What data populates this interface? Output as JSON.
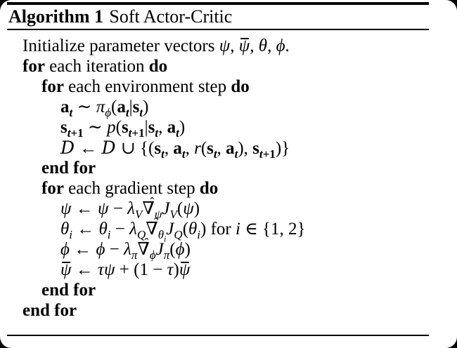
{
  "page": {
    "background": "#000000",
    "card_background": "#ffffff",
    "text_color": "#000000",
    "rule_color": "#000000"
  },
  "algorithm": {
    "label": "Algorithm 1",
    "title": "Soft Actor-Critic",
    "lines": [
      {
        "indent": 0,
        "segments": [
          {
            "t": "Initialize parameter vectors ",
            "k": "p"
          },
          {
            "t": "ψ",
            "k": "m"
          },
          {
            "t": ", ",
            "k": "p"
          },
          {
            "t": "ψ",
            "k": "m",
            "ov": true
          },
          {
            "t": ", ",
            "k": "p"
          },
          {
            "t": "θ",
            "k": "m"
          },
          {
            "t": ", ",
            "k": "p"
          },
          {
            "t": "ϕ",
            "k": "m"
          },
          {
            "t": ".",
            "k": "p"
          }
        ]
      },
      {
        "indent": 0,
        "segments": [
          {
            "t": "for",
            "k": "b"
          },
          {
            "t": " each iteration ",
            "k": "p"
          },
          {
            "t": "do",
            "k": "b"
          }
        ]
      },
      {
        "indent": 1,
        "segments": [
          {
            "t": "for",
            "k": "b"
          },
          {
            "t": " each environment step ",
            "k": "p"
          },
          {
            "t": "do",
            "k": "b"
          }
        ]
      },
      {
        "indent": 2,
        "segments": [
          {
            "t": "a",
            "k": "mb",
            "sub": [
              {
                "t": "t",
                "k": "m"
              }
            ]
          },
          {
            "t": " ∼ ",
            "k": "p"
          },
          {
            "t": "π",
            "k": "m",
            "sub": [
              {
                "t": "ϕ",
                "k": "m"
              }
            ]
          },
          {
            "t": "(",
            "k": "p"
          },
          {
            "t": "a",
            "k": "mb",
            "sub": [
              {
                "t": "t",
                "k": "m"
              }
            ]
          },
          {
            "t": "|",
            "k": "p"
          },
          {
            "t": "s",
            "k": "mb",
            "sub": [
              {
                "t": "t",
                "k": "m"
              }
            ]
          },
          {
            "t": ")",
            "k": "p"
          }
        ]
      },
      {
        "indent": 2,
        "segments": [
          {
            "t": "s",
            "k": "mb",
            "sub": [
              {
                "t": "t",
                "k": "m"
              },
              {
                "t": "+1",
                "k": "p"
              }
            ]
          },
          {
            "t": " ∼ ",
            "k": "p"
          },
          {
            "t": "p",
            "k": "m"
          },
          {
            "t": "(",
            "k": "p"
          },
          {
            "t": "s",
            "k": "mb",
            "sub": [
              {
                "t": "t",
                "k": "m"
              },
              {
                "t": "+1",
                "k": "p"
              }
            ]
          },
          {
            "t": "|",
            "k": "p"
          },
          {
            "t": "s",
            "k": "mb",
            "sub": [
              {
                "t": "t",
                "k": "m"
              }
            ]
          },
          {
            "t": ", ",
            "k": "p"
          },
          {
            "t": "a",
            "k": "mb",
            "sub": [
              {
                "t": "t",
                "k": "m"
              }
            ]
          },
          {
            "t": ")",
            "k": "p"
          }
        ]
      },
      {
        "indent": 2,
        "segments": [
          {
            "t": "D",
            "k": "cal"
          },
          {
            "t": " ← ",
            "k": "p"
          },
          {
            "t": "D",
            "k": "cal"
          },
          {
            "t": " ∪ {(",
            "k": "p"
          },
          {
            "t": "s",
            "k": "mb",
            "sub": [
              {
                "t": "t",
                "k": "m"
              }
            ]
          },
          {
            "t": ", ",
            "k": "p"
          },
          {
            "t": "a",
            "k": "mb",
            "sub": [
              {
                "t": "t",
                "k": "m"
              }
            ]
          },
          {
            "t": ", ",
            "k": "p"
          },
          {
            "t": "r",
            "k": "m"
          },
          {
            "t": "(",
            "k": "p"
          },
          {
            "t": "s",
            "k": "mb",
            "sub": [
              {
                "t": "t",
                "k": "m"
              }
            ]
          },
          {
            "t": ", ",
            "k": "p"
          },
          {
            "t": "a",
            "k": "mb",
            "sub": [
              {
                "t": "t",
                "k": "m"
              }
            ]
          },
          {
            "t": "), ",
            "k": "p"
          },
          {
            "t": "s",
            "k": "mb",
            "sub": [
              {
                "t": "t",
                "k": "m"
              },
              {
                "t": "+1",
                "k": "p"
              }
            ]
          },
          {
            "t": ")}",
            "k": "p"
          }
        ]
      },
      {
        "indent": 1,
        "segments": [
          {
            "t": "end for",
            "k": "b"
          }
        ]
      },
      {
        "indent": 1,
        "segments": [
          {
            "t": "for",
            "k": "b"
          },
          {
            "t": " each gradient step ",
            "k": "p"
          },
          {
            "t": "do",
            "k": "b"
          }
        ]
      },
      {
        "indent": 2,
        "segments": [
          {
            "t": "ψ",
            "k": "m"
          },
          {
            "t": " ← ",
            "k": "p"
          },
          {
            "t": "ψ",
            "k": "m"
          },
          {
            "t": " − ",
            "k": "p"
          },
          {
            "t": "λ",
            "k": "m",
            "sub": [
              {
                "t": "V",
                "k": "m"
              }
            ]
          },
          {
            "t": "∇",
            "k": "p",
            "hat": "ˆ",
            "sub": [
              {
                "t": "ψ",
                "k": "m"
              }
            ]
          },
          {
            "t": "J",
            "k": "m",
            "sub": [
              {
                "t": "V",
                "k": "m"
              }
            ]
          },
          {
            "t": "(",
            "k": "p"
          },
          {
            "t": "ψ",
            "k": "m"
          },
          {
            "t": ")",
            "k": "p"
          }
        ]
      },
      {
        "indent": 2,
        "segments": [
          {
            "t": "θ",
            "k": "m",
            "sub": [
              {
                "t": "i",
                "k": "m"
              }
            ]
          },
          {
            "t": " ← ",
            "k": "p"
          },
          {
            "t": "θ",
            "k": "m",
            "sub": [
              {
                "t": "i",
                "k": "m"
              }
            ]
          },
          {
            "t": " − ",
            "k": "p"
          },
          {
            "t": "λ",
            "k": "m",
            "sub": [
              {
                "t": "Q",
                "k": "m"
              }
            ]
          },
          {
            "t": "∇",
            "k": "p",
            "hat": "ˆ",
            "sub": [
              {
                "t": "θ",
                "k": "m",
                "sub": [
                  {
                    "t": "i",
                    "k": "m"
                  }
                ]
              }
            ]
          },
          {
            "t": "J",
            "k": "m",
            "sub": [
              {
                "t": "Q",
                "k": "m"
              }
            ]
          },
          {
            "t": "(",
            "k": "p"
          },
          {
            "t": "θ",
            "k": "m",
            "sub": [
              {
                "t": "i",
                "k": "m"
              }
            ]
          },
          {
            "t": ") for ",
            "k": "p"
          },
          {
            "t": "i",
            "k": "m"
          },
          {
            "t": " ∈ {1, 2}",
            "k": "p"
          }
        ]
      },
      {
        "indent": 2,
        "segments": [
          {
            "t": "ϕ",
            "k": "m"
          },
          {
            "t": " ← ",
            "k": "p"
          },
          {
            "t": "ϕ",
            "k": "m"
          },
          {
            "t": " − ",
            "k": "p"
          },
          {
            "t": "λ",
            "k": "m",
            "sub": [
              {
                "t": "π",
                "k": "m"
              }
            ]
          },
          {
            "t": "∇",
            "k": "p",
            "hat": "ˆ",
            "sub": [
              {
                "t": "ϕ",
                "k": "m"
              }
            ]
          },
          {
            "t": "J",
            "k": "m",
            "sub": [
              {
                "t": "π",
                "k": "m"
              }
            ]
          },
          {
            "t": "(",
            "k": "p"
          },
          {
            "t": "ϕ",
            "k": "m"
          },
          {
            "t": ")",
            "k": "p"
          }
        ]
      },
      {
        "indent": 2,
        "segments": [
          {
            "t": "ψ",
            "k": "m",
            "ov": true
          },
          {
            "t": " ← ",
            "k": "p"
          },
          {
            "t": "τ",
            "k": "m"
          },
          {
            "t": "ψ",
            "k": "m"
          },
          {
            "t": " + (1 − ",
            "k": "p"
          },
          {
            "t": "τ",
            "k": "m"
          },
          {
            "t": ")",
            "k": "p"
          },
          {
            "t": "ψ",
            "k": "m",
            "ov": true
          }
        ]
      },
      {
        "indent": 1,
        "segments": [
          {
            "t": "end for",
            "k": "b"
          }
        ]
      },
      {
        "indent": 0,
        "segments": [
          {
            "t": "end for",
            "k": "b"
          }
        ]
      }
    ]
  }
}
